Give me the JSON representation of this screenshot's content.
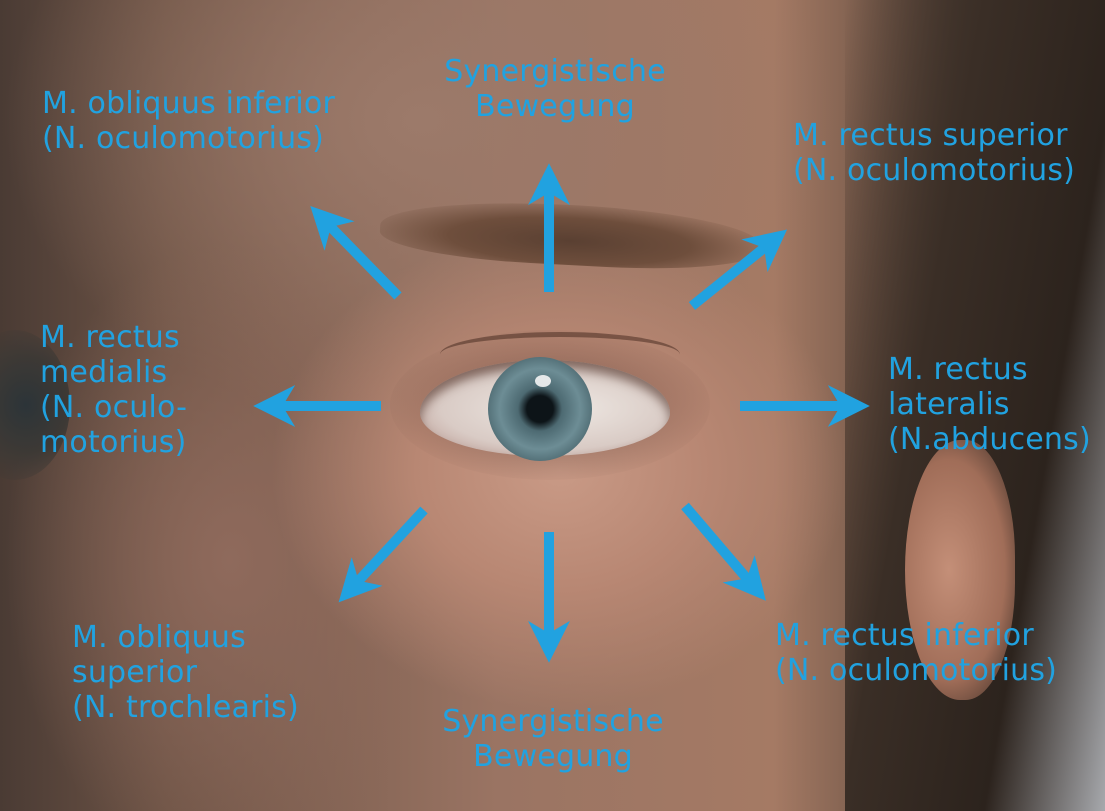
{
  "accent_color": "#21a2e0",
  "labels": {
    "top": "Synergistische\nBewegung",
    "top_left": "M. obliquus inferior\n(N. oculomotorius)",
    "top_right": "M. rectus superior\n(N. oculomotorius)",
    "left": "M. rectus\nmedialis\n(N. oculo-\nmotorius)",
    "right": "M. rectus\nlateralis\n(N.abducens)",
    "bottom_left": "M. obliquus\nsuperior\n(N. trochlearis)",
    "bottom": "Synergistische\nBewegung",
    "bottom_right": "M. rectus inferior\n(N. oculomotorius)"
  },
  "arrows": [
    "up",
    "up-left",
    "up-right",
    "left",
    "right",
    "down-left",
    "down",
    "down-right"
  ]
}
